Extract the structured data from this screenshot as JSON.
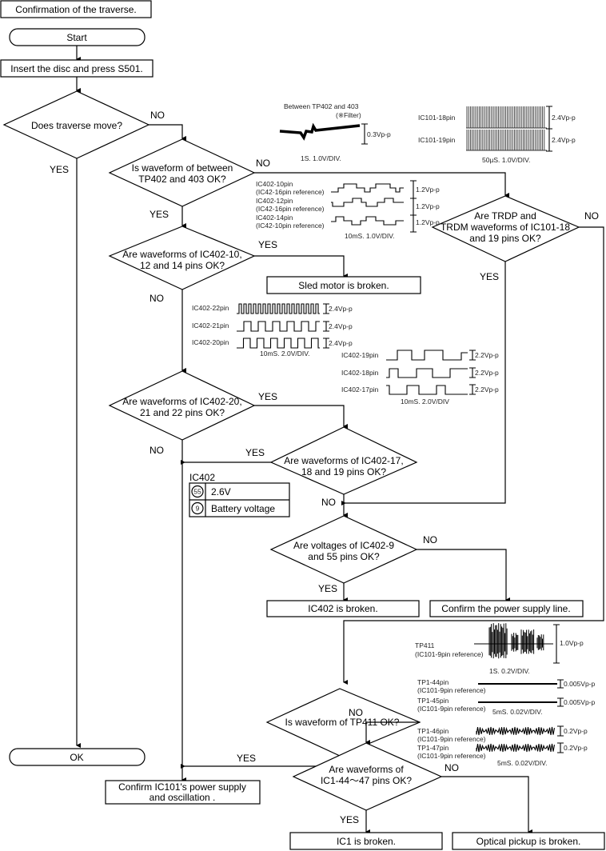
{
  "title": "Confirmation of the traverse.",
  "nodes": {
    "start": "Start",
    "insert": "Insert the disc and press S501.",
    "q_traverse": "Does traverse move?",
    "q_tp402": [
      "Is waveform of between",
      "TP402 and 403 OK?"
    ],
    "q_ic402_10": [
      "Are waveforms of IC402-10,",
      "12 and 14 pins OK?"
    ],
    "sled": "Sled motor is broken.",
    "q_trdp": [
      "Are TRDP and",
      "TRDM waveforms of IC101-18",
      "and 19 pins OK?"
    ],
    "q_ic402_20": [
      "Are waveforms of IC402-20,",
      "21 and 22 pins OK?"
    ],
    "q_ic402_17": [
      "Are waveforms of IC402-17,",
      "18 and 19 pins OK?"
    ],
    "q_voltage": [
      "Are voltages of IC402-9",
      "and 55 pins OK?"
    ],
    "ic402_broken": "IC402 is broken.",
    "power_line": "Confirm the power supply line.",
    "q_tp411": "Is waveform of TP411 OK?",
    "q_ic1": [
      "Are waveforms of",
      "IC1-44〜47 pins OK?"
    ],
    "ic101_confirm": [
      "Confirm IC101's power supply",
      "and oscillation ."
    ],
    "ic1_broken": "IC1 is broken.",
    "pickup_broken": "Optical pickup is broken.",
    "ok": "OK"
  },
  "labels": {
    "yes": "YES",
    "no": "NO"
  },
  "voltage_table": {
    "title": "IC402",
    "rows": [
      {
        "pin": "55",
        "value": "2.6V"
      },
      {
        "pin": "9",
        "value": "Battery voltage"
      }
    ]
  },
  "waveforms": {
    "tp402": {
      "title": "Between TP402 and 403",
      "note": "(※Filter)",
      "amp": "0.3Vp-p",
      "scale": "1S. 1.0V/DIV."
    },
    "ic101": {
      "rows": [
        {
          "label": "IC101-18pin",
          "amp": "2.4Vp-p"
        },
        {
          "label": "IC101-19pin",
          "amp": "2.4Vp-p"
        }
      ],
      "scale": "50µS. 1.0V/DIV."
    },
    "ic402_10": {
      "rows": [
        {
          "label": "IC402-10pin",
          "ref": "(IC42-16pin reference)",
          "amp": "1.2Vp-p"
        },
        {
          "label": "IC402-12pin",
          "ref": "(IC42-16pin reference)",
          "amp": "1.2Vp-p"
        },
        {
          "label": "IC402-14pin",
          "ref": "(IC42-10pin reference)",
          "amp": "1.2Vp-p"
        }
      ],
      "scale": "10mS. 1.0V/DIV."
    },
    "ic402_20": {
      "rows": [
        {
          "label": "IC402-22pin",
          "amp": "2.4Vp-p"
        },
        {
          "label": "IC402-21pin",
          "amp": "2.4Vp-p"
        },
        {
          "label": "IC402-20pin",
          "amp": "2.4Vp-p"
        }
      ],
      "scale": "10mS. 2.0V/DIV."
    },
    "ic402_17": {
      "rows": [
        {
          "label": "IC402-19pin",
          "amp": "2.2Vp-p"
        },
        {
          "label": "IC402-18pin",
          "amp": "2.2Vp-p"
        },
        {
          "label": "IC402-17pin",
          "amp": "2.2Vp-p"
        }
      ],
      "scale": "10mS. 2.0V/DIV"
    },
    "tp411": {
      "label": "TP411",
      "ref": "(IC101-9pin reference)",
      "amp": "1.0Vp-p",
      "scale": "1S. 0.2V/DIV."
    },
    "tp1_44": {
      "rows": [
        {
          "label": "TP1-44pin",
          "ref": "(IC101-9pin reference)",
          "amp": "0.005Vp-p"
        },
        {
          "label": "TP1-45pin",
          "ref": "(IC101-9pin reference)",
          "amp": "0.005Vp-p"
        }
      ],
      "scale": "5mS. 0.02V/DIV."
    },
    "tp1_46": {
      "rows": [
        {
          "label": "TP1-46pin",
          "ref": "(IC101-9pin reference)",
          "amp": "0.2Vp-p"
        },
        {
          "label": "TP1-47pin",
          "ref": "(IC101-9pin reference)",
          "amp": "0.2Vp-p"
        }
      ],
      "scale": "5mS. 0.02V/DIV."
    }
  }
}
